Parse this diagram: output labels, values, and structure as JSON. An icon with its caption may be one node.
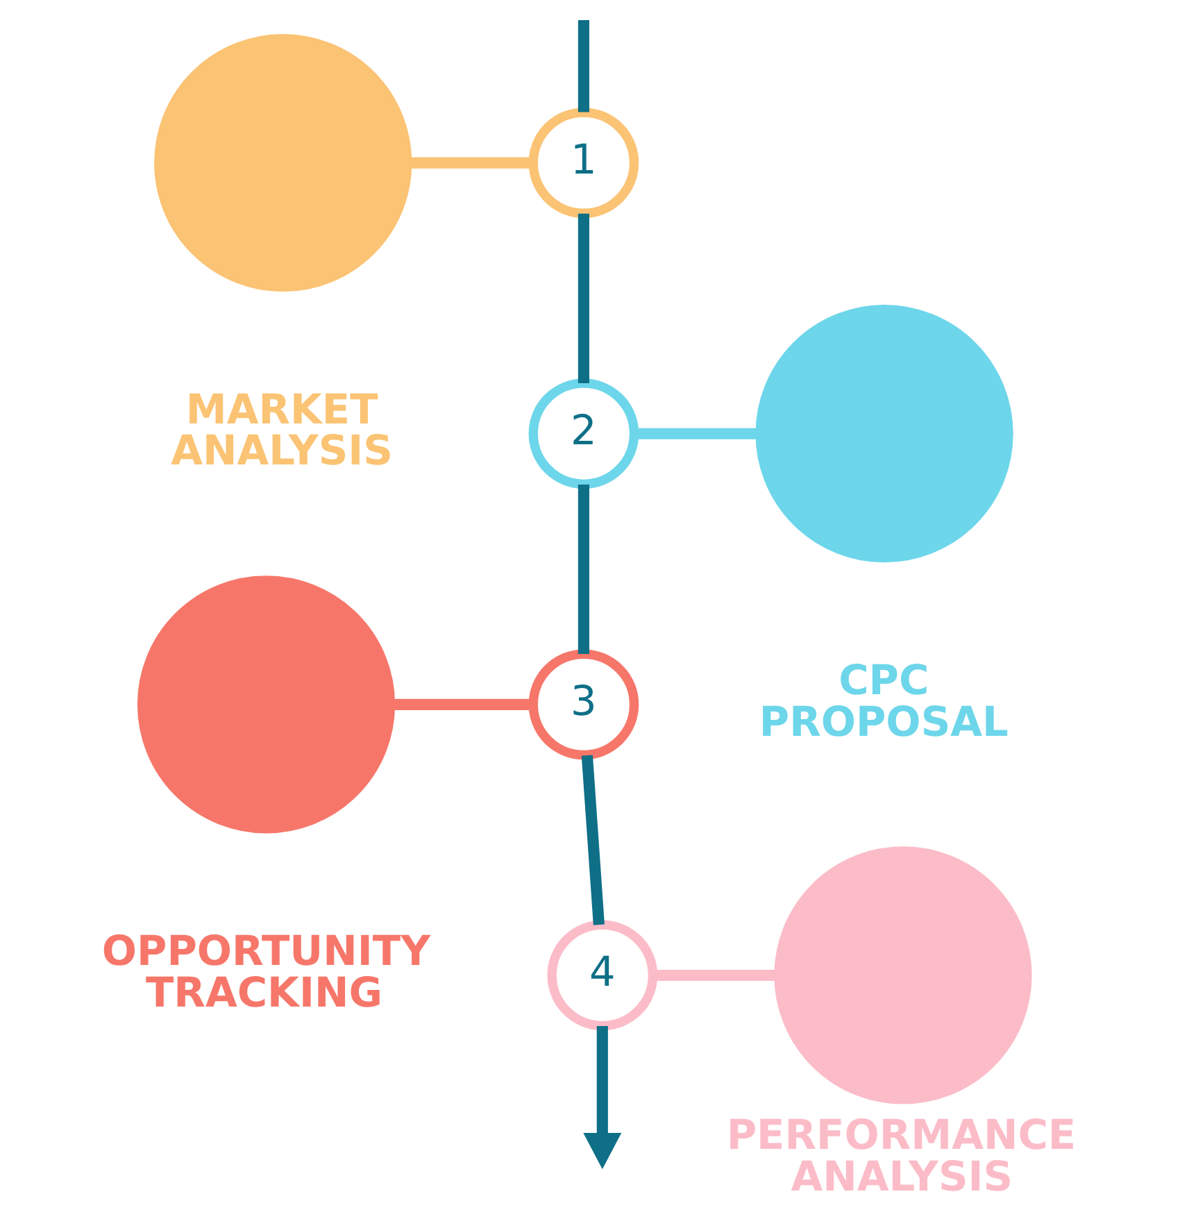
{
  "diagram": {
    "nodes": [
      {
        "text": [],
        "shape": "circle",
        "beside": [
          "MARKET ANALYSIS"
        ]
      },
      {
        "text": [
          "1"
        ]
      },
      {
        "text": [
          "2"
        ]
      },
      {
        "text": [],
        "shape": "circle",
        "beside": [
          "CPC PROPOSAL"
        ]
      },
      {
        "text": [],
        "shape": "circle",
        "beside": [
          "OPPORTUNITY TRACKING"
        ]
      },
      {
        "text": [
          "3"
        ]
      },
      {
        "text": [
          "4"
        ]
      },
      {
        "text": [],
        "shape": "circle",
        "beside": [
          "PERFORMANCE ANALYSIS"
        ]
      }
    ],
    "edges": [
      {
        "from": 0,
        "to": 1,
        "arrow": "none",
        "color": "#fbc374"
      },
      {
        "from": 2,
        "to": 3,
        "arrow": "none",
        "color": "#6dd6ea"
      },
      {
        "from": 4,
        "to": 5,
        "arrow": "none",
        "color": "#f6776a"
      },
      {
        "from": 6,
        "to": 7,
        "arrow": "none",
        "color": "#fbbcc8"
      },
      {
        "from": null,
        "to": 1,
        "arrow": "none",
        "color": "#0e6f87"
      },
      {
        "from": 1,
        "to": 2,
        "arrow": "none",
        "color": "#0e6f87"
      },
      {
        "from": 2,
        "to": 5,
        "arrow": "none",
        "color": "#0e6f87"
      },
      {
        "from": 5,
        "to": 6,
        "arrow": "none",
        "color": "#0e6f87"
      },
      {
        "from": 6,
        "to": null,
        "arrow": "to",
        "color": "#0e6f87"
      }
    ]
  }
}
